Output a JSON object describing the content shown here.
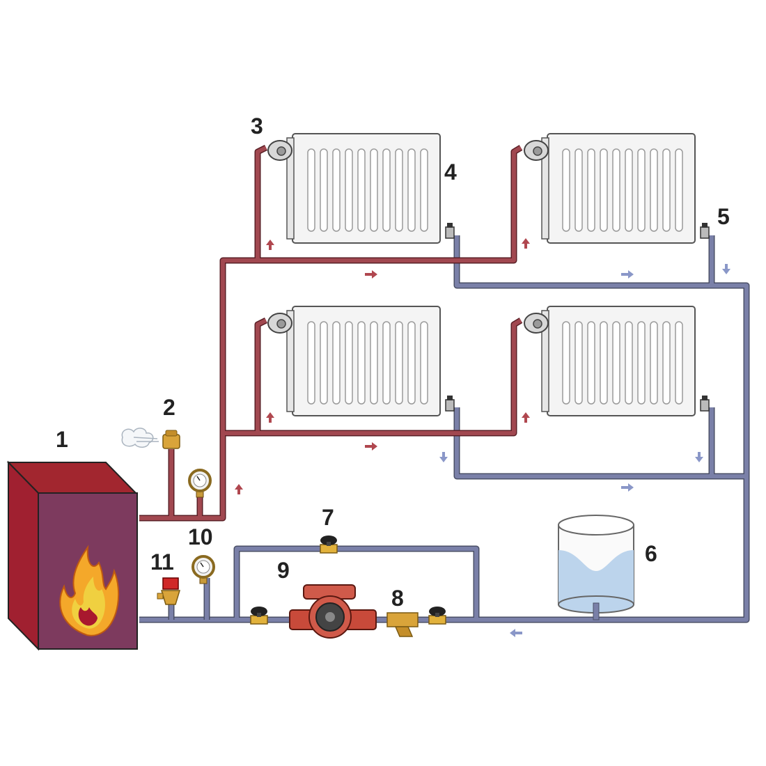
{
  "labels": {
    "boiler": "1",
    "air_vent": "2",
    "radiator_valve": "3",
    "radiator": "4",
    "return_valve": "5",
    "expansion_tank": "6",
    "bypass_valve": "7",
    "strainer": "8",
    "pump": "9",
    "return_gauge": "10",
    "safety_valve": "11"
  },
  "colors": {
    "supply_pipe": "#8a3a42",
    "return_pipe": "#6e7496",
    "supply_arrow": "#b0474f",
    "return_arrow": "#8a97c8",
    "boiler_front": "#7d3a5e",
    "boiler_top": "#a2262f",
    "boiler_side": "#a02030",
    "radiator_fill": "#f4f4f4",
    "water": "#bcd4ec",
    "brass": "#d9a43a",
    "pump_body": "#d05a4a"
  },
  "icons": {
    "flame": "flame-icon",
    "steam": "steam-puff-icon",
    "gauge": "pressure-gauge-icon",
    "valve": "ball-valve-icon"
  }
}
